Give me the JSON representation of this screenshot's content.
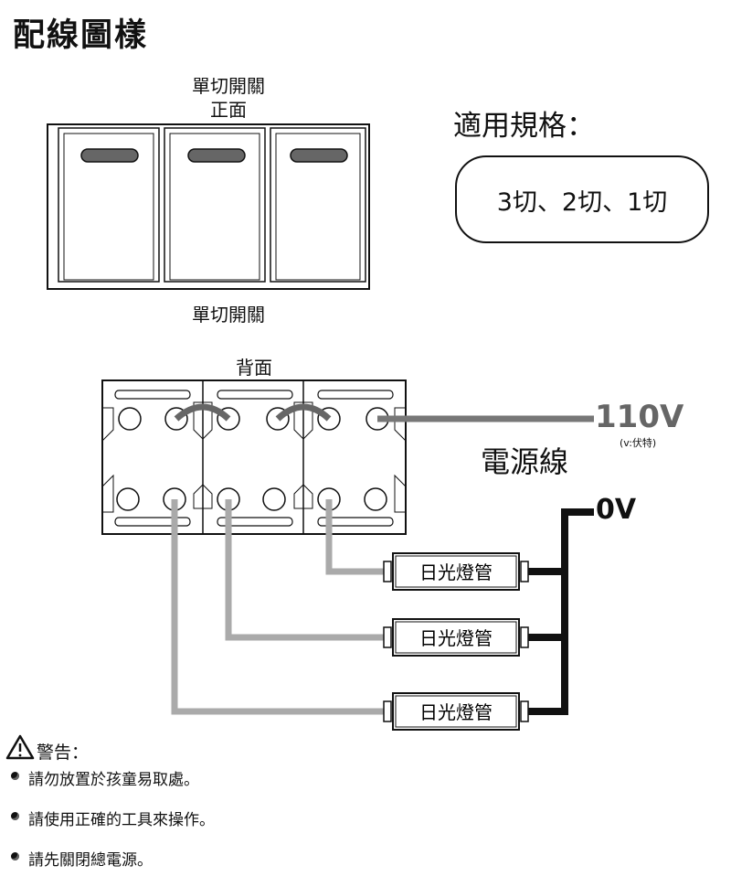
{
  "title": "配線圖樣",
  "front": {
    "heading_line1": "單切開關",
    "heading_line2": "正面",
    "caption": "單切開關"
  },
  "spec": {
    "title": "適用規格：",
    "value": "3切、2切、1切"
  },
  "back": {
    "heading": "背面"
  },
  "power": {
    "voltage": "110V",
    "unit_note": "(v:伏特)",
    "label": "電源線",
    "neutral": "0V"
  },
  "lamps": [
    "日光燈管",
    "日光燈管",
    "日光燈管"
  ],
  "warning": {
    "heading": "警告：",
    "items": [
      "請勿放置於孩童易取處。",
      "請使用正確的工具來操作。",
      "請先關閉總電源。"
    ]
  }
}
